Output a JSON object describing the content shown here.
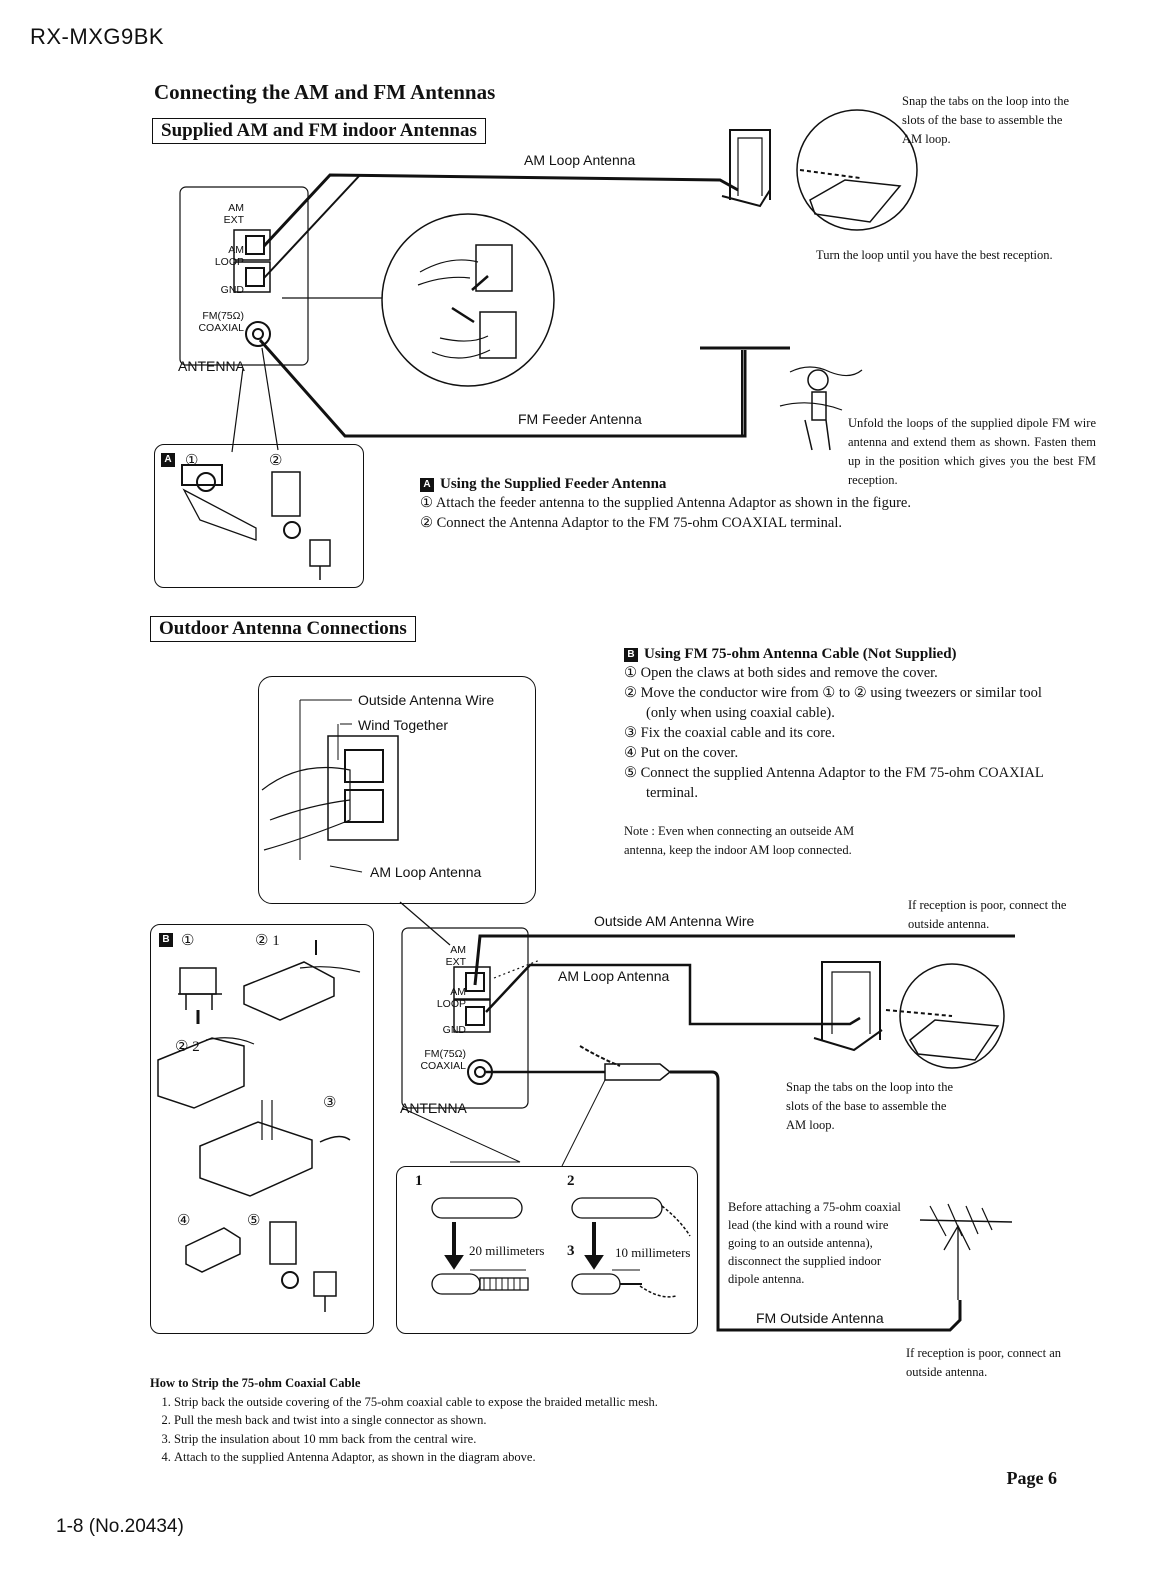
{
  "header": {
    "model": "RX-MXG9BK"
  },
  "title": "Connecting the AM and FM Antennas",
  "indoor": {
    "heading": "Supplied AM and FM indoor Antennas",
    "am_loop_label": "AM Loop Antenna",
    "fm_feeder_label": "FM Feeder Antenna",
    "terminal_labels": [
      "AM",
      "EXT",
      "AM",
      "LOOP",
      "GND",
      "FM(75Ω)",
      "COAXIAL",
      "ANTENNA"
    ],
    "snap_note": "Snap the tabs on the loop into the slots of the base to assemble the AM loop.",
    "turn_note": "Turn the loop until you have the best reception.",
    "unfold_note": "Unfold the loops of the supplied dipole FM wire antenna and extend them as shown. Fasten them up in the position which gives you the best FM reception.",
    "panel_a": {
      "badge": "A",
      "step1": "①",
      "step2": "②"
    },
    "section_a": {
      "badge": "A",
      "title": "Using the Supplied Feeder Antenna",
      "steps": [
        "① Attach the feeder antenna to the supplied Antenna Adaptor  as shown in the figure.",
        "② Connect the Antenna Adaptor to the FM 75-ohm COAXIAL terminal."
      ]
    }
  },
  "outdoor": {
    "heading": "Outdoor Antenna Connections",
    "section_b": {
      "badge": "B",
      "title": "Using FM 75-ohm Antenna Cable (Not Supplied)",
      "steps": [
        "① Open the claws at both sides and remove the cover.",
        "② Move the conductor wire from ① to ② using tweezers or similar tool",
        "(only when using coaxial cable).",
        "③ Fix the coaxial cable and its core.",
        "④ Put on the cover.",
        "⑤ Connect the supplied Antenna Adaptor to the FM 75-ohm COAXIAL",
        "terminal."
      ]
    },
    "note": "Note : Even when connecting an outseide AM antenna, keep the indoor AM loop connected.",
    "detail_labels": {
      "outside_wire": "Outside Antenna Wire",
      "wind_together": "Wind Together",
      "am_loop": "AM Loop Antenna"
    },
    "outside_am_wire": "Outside AM Antenna Wire",
    "am_loop_label": "AM Loop Antenna",
    "poor_reception_1": "If reception is poor, connect the outside antenna.",
    "snap_note": "Snap the tabs on the loop into the slots of the base to assemble the AM loop.",
    "before_note": "Before attaching a 75-ohm coaxial lead (the kind with a round wire going to an outside antenna), disconnect the supplied indoor dipole antenna.",
    "fm_outside_label": "FM Outside Antenna",
    "poor_reception_2": "If reception is poor, connect an outside antenna.",
    "panel_b": {
      "badge": "B",
      "steps": [
        "①",
        "② 1",
        "② 2",
        "③",
        "④",
        "⑤"
      ]
    },
    "strip_panel": {
      "num1": "1",
      "num2": "2",
      "num3": "3",
      "mm20": "20 millimeters",
      "mm10": "10 millimeters"
    }
  },
  "strip_instructions": {
    "title": "How to Strip the 75-ohm Coaxial Cable",
    "steps": [
      "Strip back the outside covering of the 75-ohm coaxial cable to expose the braided metallic mesh.",
      "Pull the mesh back and twist into a single connector as shown.",
      "Strip the insulation about 10 mm back from the central wire.",
      "Attach to the supplied Antenna Adaptor, as shown in the diagram above."
    ]
  },
  "page_label": "Page 6",
  "footer": "1-8 (No.20434)"
}
